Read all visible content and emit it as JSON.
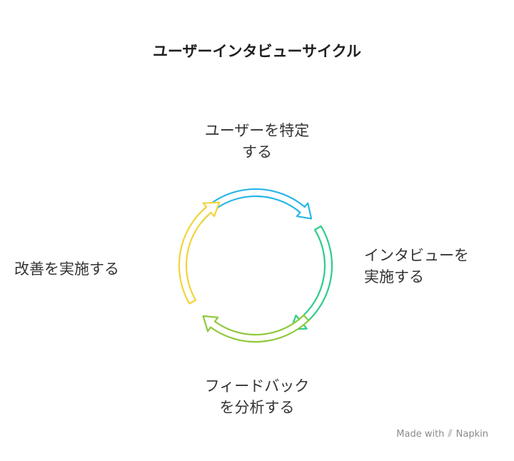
{
  "title": "ユーザーインタビューサイクル",
  "steps": [
    {
      "lines": [
        "ユーザーを特定",
        "する"
      ],
      "color": "#29b6e8"
    },
    {
      "lines": [
        "インタビューを",
        "実施する"
      ],
      "color": "#2ecc8a"
    },
    {
      "lines": [
        "フィードバック",
        "を分析する"
      ],
      "color": "#8fc93a"
    },
    {
      "lines": [
        "改善を実施する"
      ],
      "color": "#f2d43a"
    }
  ],
  "footer": {
    "made_with": "Made with",
    "brand": "Napkin",
    "logo_icon": "napkin-logo-icon"
  }
}
